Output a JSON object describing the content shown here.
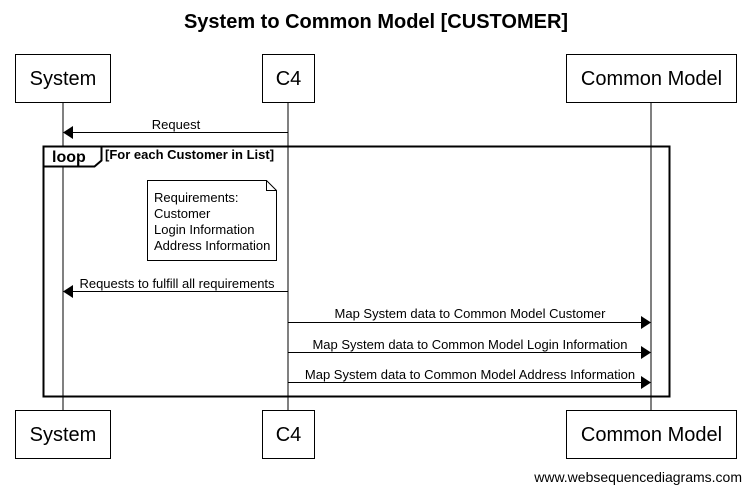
{
  "title": "System to Common Model [CUSTOMER]",
  "actors": [
    {
      "name": "System"
    },
    {
      "name": "C4"
    },
    {
      "name": "Common Model"
    }
  ],
  "loop": {
    "keyword": "loop",
    "condition": "[For each Customer in List]"
  },
  "note": {
    "lines": [
      "Requirements:",
      "Customer",
      "Login Information",
      "Address Information"
    ]
  },
  "messages": [
    {
      "from": "C4",
      "to": "System",
      "label": "Request"
    },
    {
      "from": "C4",
      "to": "System",
      "label": "Requests to fulfill all requirements"
    },
    {
      "from": "C4",
      "to": "Common Model",
      "label": "Map System data to Common Model Customer"
    },
    {
      "from": "C4",
      "to": "Common Model",
      "label": "Map System data to Common Model Login Information"
    },
    {
      "from": "C4",
      "to": "Common Model",
      "label": "Map System data to Common Model Address Information"
    }
  ],
  "watermark": "www.websequencediagrams.com"
}
